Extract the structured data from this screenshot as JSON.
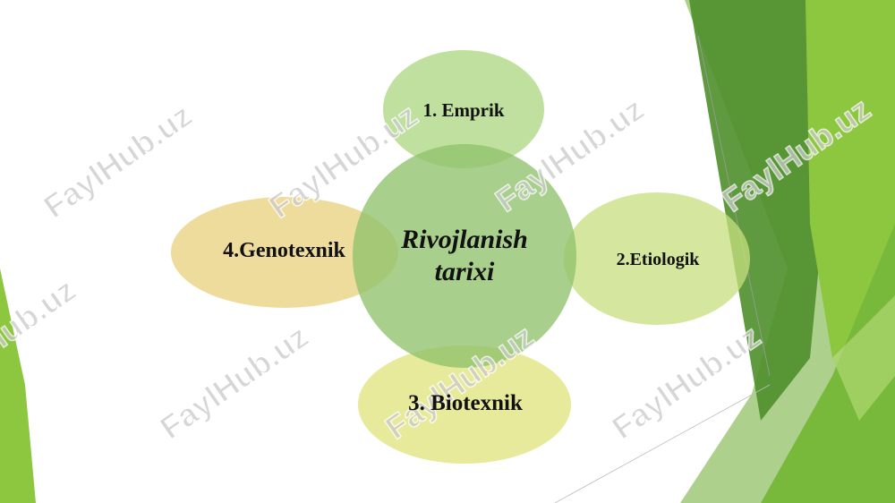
{
  "center": {
    "line1": "Rivojlanish",
    "line2": "tarixi",
    "color": "#8fc36b"
  },
  "nodes": {
    "top": {
      "label": "1. Emprik",
      "color": "#a9d67e"
    },
    "right": {
      "label": "2.Etiologik",
      "color": "#c7df7d"
    },
    "bottom": {
      "label": "3. Biotexnik",
      "color": "#dfe27a"
    },
    "left": {
      "label": "4.Genotexnik",
      "color": "#e8d07c"
    }
  },
  "watermark": {
    "text": "FaylHub.uz"
  },
  "theme": {
    "dark_green": "#4f8f2b",
    "mid_green": "#6aac2f",
    "light_green": "#8dc63f"
  }
}
